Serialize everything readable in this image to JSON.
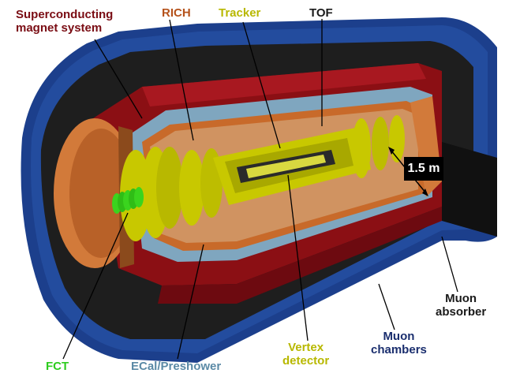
{
  "labels": {
    "magnet": [
      "Superconducting",
      "magnet system"
    ],
    "rich": "RICH",
    "tracker": "Tracker",
    "tof": "TOF",
    "scale": "1.5 m",
    "muon_absorber": [
      "Muon",
      "absorber"
    ],
    "muon_chambers": [
      "Muon",
      "chambers"
    ],
    "vertex": [
      "Vertex",
      "detector"
    ],
    "ecal": "ECal/Preshower",
    "fct": "FCT"
  },
  "colors": {
    "magnet_text": "#7a0d14",
    "rich_text": "#b5521b",
    "tracker_text": "#b8b800",
    "tof_text": "#1a1a1a",
    "muon_absorber_text": "#1a1a1a",
    "muon_chambers_text": "#1a2e6e",
    "vertex_text": "#b8b800",
    "ecal_text": "#5b8aa6",
    "fct_text": "#2ecc1f",
    "muon_chamber_layer": "#1c3f8c",
    "absorber_layer": "#1e1e1e",
    "magnet_layer": "#8b0f14",
    "ecal_layer": "#7fa6bf",
    "tof_layer": "#c86a2a",
    "tracker_disk": "#c8c800",
    "endcap": "#d27a3a",
    "fct_disk": "#3ad41e"
  }
}
